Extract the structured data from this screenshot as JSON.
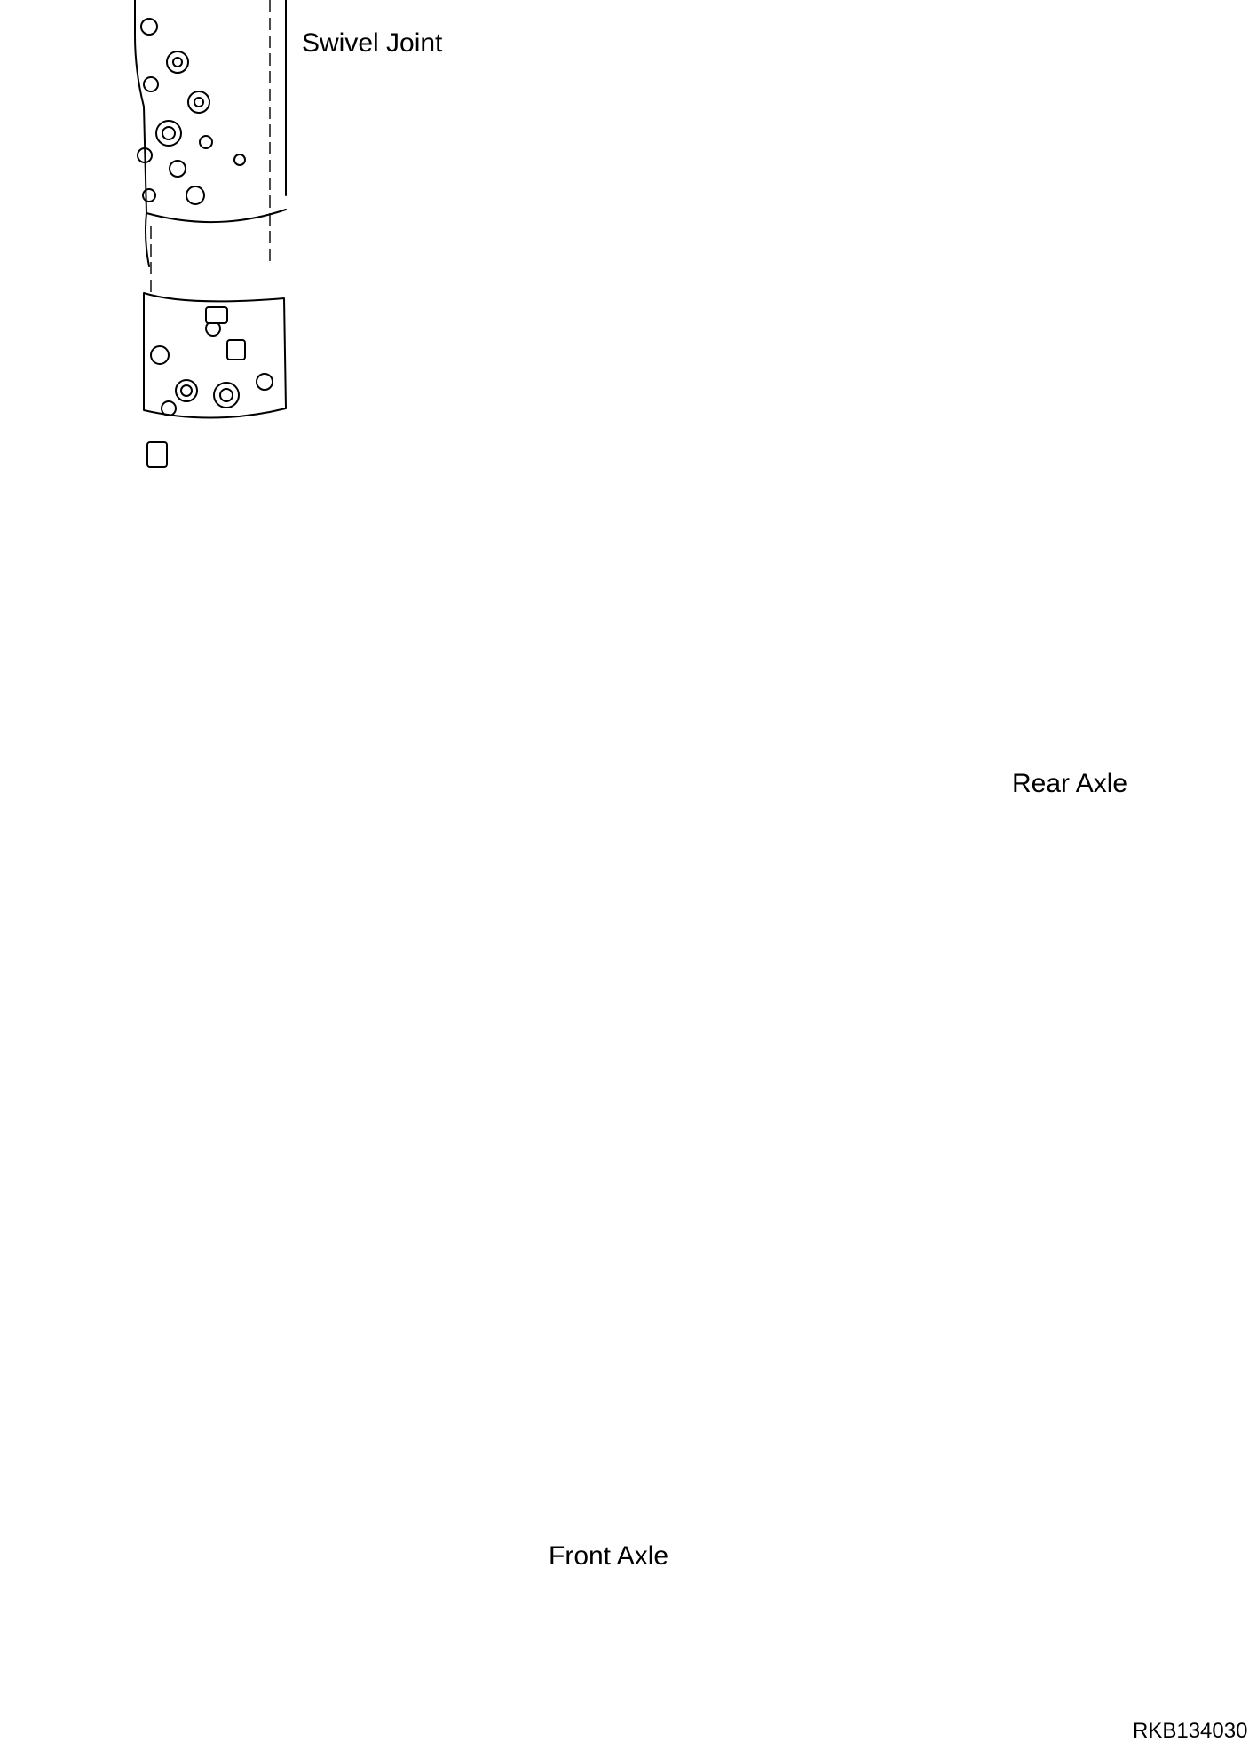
{
  "labels": {
    "swivel_joint": "Swivel Joint",
    "rear_axle": "Rear Axle",
    "front_axle": "Front Axle",
    "drawing_code": "RKB134030"
  },
  "icons": {
    "swivel_joint": "swivel-joint-icon",
    "rear_axle": "rear-axle-icon",
    "front_axle": "front-axle-icon",
    "hose": "hose-icon",
    "pipe": "pipe-icon",
    "fitting": "fitting-icon",
    "washer": "washer-icon",
    "bolt": "bolt-icon",
    "clamp": "clamp-icon"
  }
}
